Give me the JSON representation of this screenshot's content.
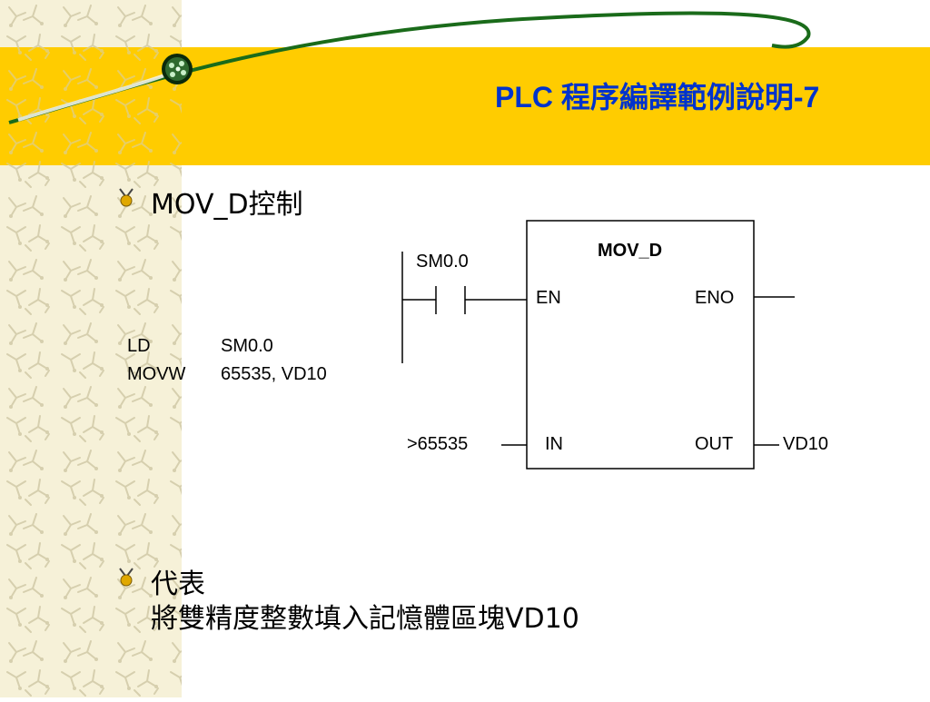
{
  "slide": {
    "title": "PLC 程序編譯範例說明-7"
  },
  "bullets": [
    {
      "text": "MOV_D控制",
      "icon": "bullet-icon"
    },
    {
      "line1": "代表",
      "line2": "將雙精度整數填入記憶體區塊VD10",
      "icon": "bullet-icon"
    }
  ],
  "code": {
    "line1": {
      "op": "LD",
      "arg": "SM0.0"
    },
    "line2": {
      "op": "MOVW",
      "arg": "65535, VD10"
    }
  },
  "ladder": {
    "contact_label": "SM0.0",
    "block_name": "MOV_D",
    "en": "EN",
    "eno": "ENO",
    "in": "IN",
    "out": "OUT",
    "in_value": ">65535",
    "out_value": "VD10"
  },
  "colors": {
    "title_bar": "#ffcc00",
    "title_text": "#0033cc",
    "swoosh": "#1a6b1a"
  }
}
